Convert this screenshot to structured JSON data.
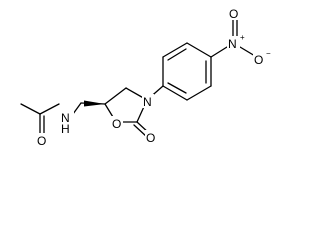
{
  "molecule": {
    "atoms": {
      "amide_nitrogen": "N",
      "amide_hydrogen": "H",
      "carbonyl_oxygen_acetyl": "O",
      "ring_oxygen": "O",
      "ring_nitrogen": "N",
      "ring_carbonyl_oxygen": "O",
      "nitro_nitrogen": "N",
      "nitro_oxygen_upper": "O",
      "nitro_oxygen_lower": "O"
    },
    "charges": {
      "nitro_nitrogen_charge": "+",
      "nitro_oxygen_charge": "−"
    }
  }
}
